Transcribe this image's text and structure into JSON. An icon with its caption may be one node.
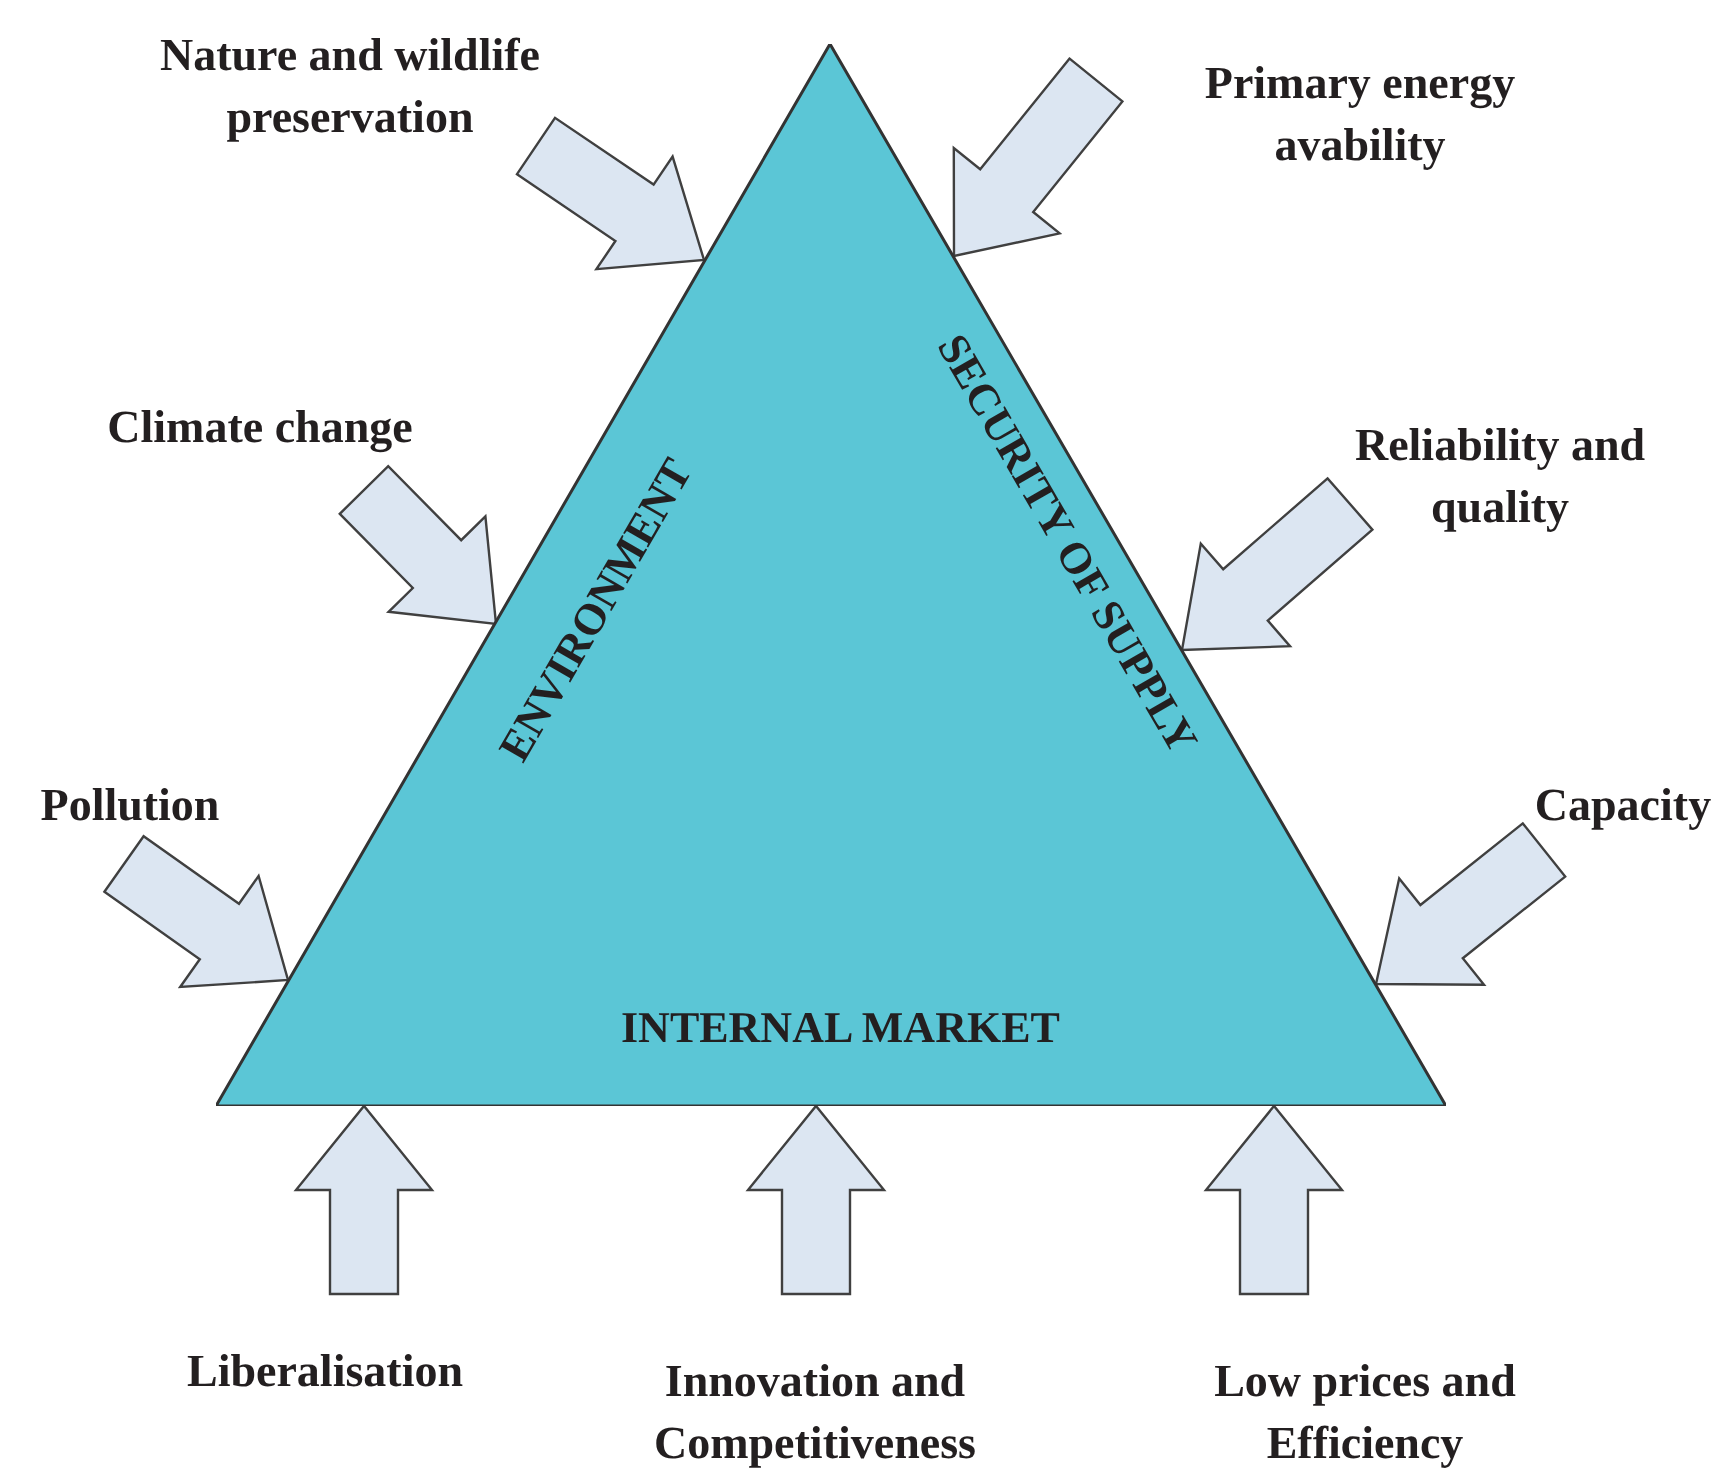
{
  "diagram": {
    "nodes": [
      {
        "text": [
          "ENVIRONMENT",
          "SECURITY OF SUPPLY",
          "INTERNAL MARKET"
        ]
      },
      {
        "text": [
          "Nature and wildlife preservation"
        ]
      },
      {
        "text": [
          "Primary energy avability"
        ]
      },
      {
        "text": [
          "Climate change"
        ]
      },
      {
        "text": [
          "Reliability and quality"
        ]
      },
      {
        "text": [
          "Pollution"
        ]
      },
      {
        "text": [
          "Capacity"
        ]
      },
      {
        "text": [
          "Liberalisation"
        ]
      },
      {
        "text": [
          "Innovation and Competitiveness"
        ]
      },
      {
        "text": [
          "Low prices and Efficiency"
        ]
      }
    ],
    "edges": [
      {
        "from": 1,
        "to": 0,
        "arrow": "to"
      },
      {
        "from": 2,
        "to": 0,
        "arrow": "to"
      },
      {
        "from": 3,
        "to": 0,
        "arrow": "to"
      },
      {
        "from": 4,
        "to": 0,
        "arrow": "to"
      },
      {
        "from": 5,
        "to": 0,
        "arrow": "to"
      },
      {
        "from": 6,
        "to": 0,
        "arrow": "to"
      },
      {
        "from": 7,
        "to": 0,
        "arrow": "to"
      },
      {
        "from": 8,
        "to": 0,
        "arrow": "to"
      },
      {
        "from": 9,
        "to": 0,
        "arrow": "to"
      }
    ]
  }
}
